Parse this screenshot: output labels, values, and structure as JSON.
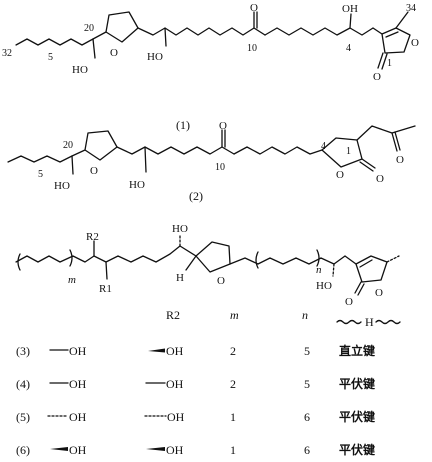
{
  "structure1": {
    "atoms": {
      "c32": "32",
      "c5": "5",
      "c20": "20",
      "oh_a": "HO",
      "o_ring": "O",
      "oh_b": "HO",
      "o_keto": "O",
      "c10": "10",
      "oh_c": "OH",
      "c4": "4",
      "c34": "34",
      "o_lac": "O",
      "c1": "1",
      "o_carb": "O"
    },
    "caption": "(1)"
  },
  "structure2": {
    "atoms": {
      "c5": "5",
      "c20": "20",
      "oh_a": "HO",
      "o_ring": "O",
      "oh_b": "HO",
      "o_keto": "O",
      "c10": "10",
      "c4": "4",
      "o_lac": "O",
      "c1": "1",
      "o_carb": "O",
      "o_acyl": "O"
    },
    "caption": "(2)"
  },
  "structure_general": {
    "atoms": {
      "r2": "R2",
      "r1": "R1",
      "m": "m",
      "ho_top": "HO",
      "h_ring": "H",
      "o_ring": "O",
      "n": "n",
      "ho_bottom": "HO",
      "o_lac": "O",
      "o_carb": "O"
    }
  },
  "table": {
    "headers": {
      "r2": "R2",
      "m": "m",
      "n": "n",
      "h": "H"
    },
    "rows": [
      {
        "id": "(3)",
        "r1": "OH",
        "r2": "OH",
        "m": "2",
        "n": "5",
        "h": "直立键"
      },
      {
        "id": "(4)",
        "r1": "OH",
        "r2": "OH",
        "m": "2",
        "n": "5",
        "h": "平伏键"
      },
      {
        "id": "(5)",
        "r1": "OH",
        "r2": "OH",
        "m": "1",
        "n": "6",
        "h": "平伏键"
      },
      {
        "id": "(6)",
        "r1": "OH",
        "r2": "OH",
        "m": "1",
        "n": "6",
        "h": "平伏键"
      }
    ]
  }
}
